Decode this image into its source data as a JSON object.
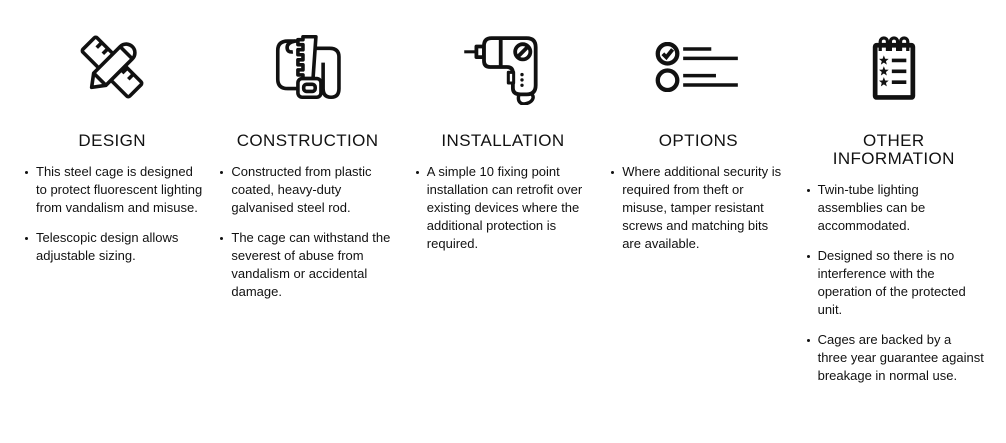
{
  "theme": {
    "background": "#ffffff",
    "ink": "#111111"
  },
  "columns": [
    {
      "icon": "pencil-ruler-icon",
      "heading": "DESIGN",
      "bullets": [
        "This steel cage is designed to protect fluorescent lighting from vandalism and misuse.",
        "Telescopic design allows adjustable sizing."
      ]
    },
    {
      "icon": "saw-icon",
      "heading": "CONSTRUCTION",
      "bullets": [
        "Constructed from plastic coated, heavy-duty galvanised steel rod.",
        "The cage can withstand the severest of abuse from vandalism or accidental damage."
      ]
    },
    {
      "icon": "drill-icon",
      "heading": "INSTALLATION",
      "bullets": [
        "A simple 10 fixing point installation can retrofit over existing devices where the additional protection is required."
      ]
    },
    {
      "icon": "checklist-icon",
      "heading": "OPTIONS",
      "bullets": [
        "Where additional security is required from theft or misuse, tamper resistant screws and matching bits are available."
      ]
    },
    {
      "icon": "notepad-icon",
      "heading": "OTHER INFORMATION",
      "bullets": [
        "Twin-tube lighting assemblies can be accommodated.",
        "Designed so there is no interference with the operation of the protected unit.",
        "Cages are backed by a three year guarantee against breakage in normal use."
      ]
    }
  ]
}
